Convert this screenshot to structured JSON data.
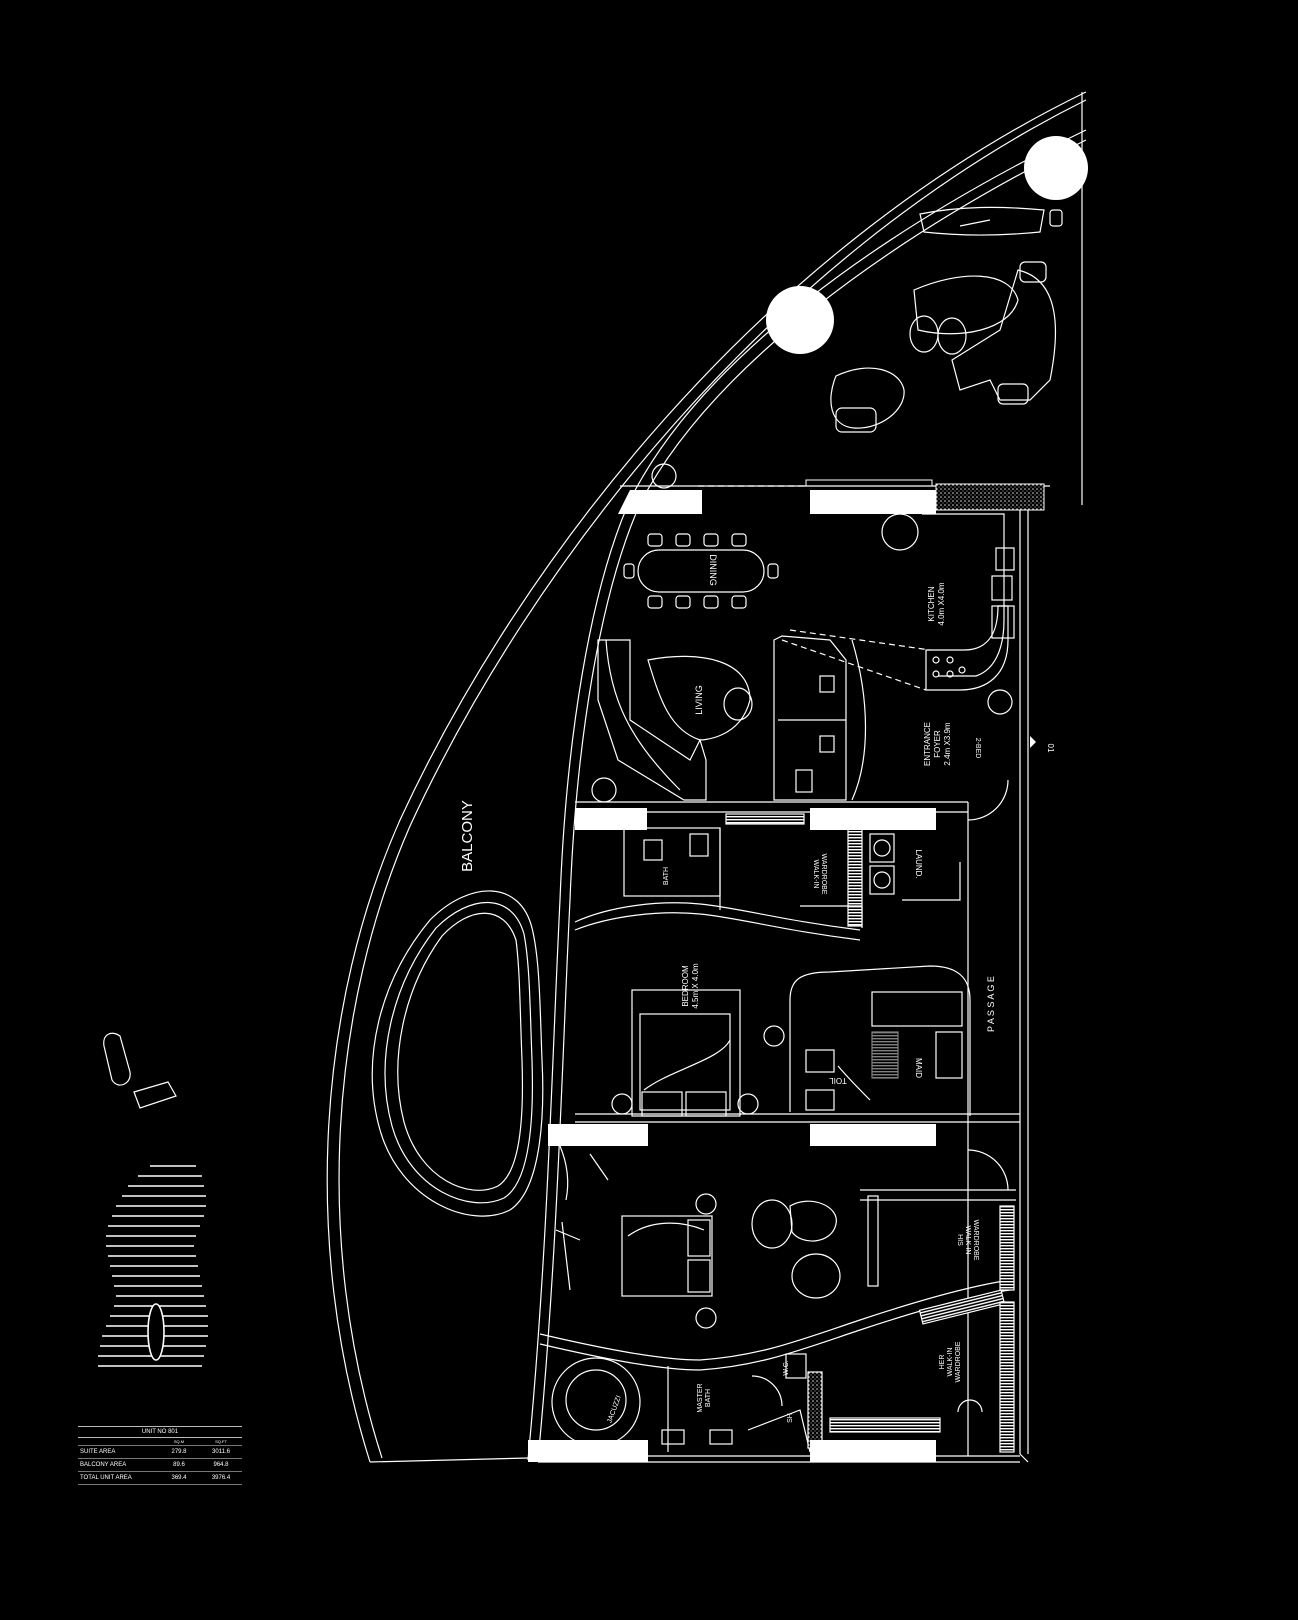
{
  "rooms": {
    "balcony": "BALCONY",
    "dining": "DINING",
    "living": "LIVING",
    "kitchen": "KITCHEN",
    "kitchen_dim": "4.0m X4.0m",
    "entrance": "ENTRANCE",
    "foyer": "FOYER",
    "foyer_dim": "2.4m X3.9m",
    "tag": "2-BED",
    "door_no": "01",
    "bath": "BATH",
    "walkin_wardrobe_1": "WALK-IN",
    "walkin_wardrobe_2": "WARDROBE",
    "laund": "LAUND.",
    "bedroom": "BEDROOM",
    "bedroom_dim": "4.5m X 4.0m",
    "toil": "TOIL",
    "maid": "MAID",
    "passage": "P A S S A G E",
    "his_1": "HIS",
    "his_2": "WALK-IN",
    "his_3": "WARDROBE",
    "her_1": "HER",
    "her_2": "WALK-IN",
    "her_3": "WARDROBE",
    "jacuzzi": "JACUZZI",
    "master_bath_1": "MASTER",
    "master_bath_2": "BATH",
    "wc": "W.C.",
    "sh": "SH"
  },
  "area_table": {
    "title": "UNIT NO 801",
    "unit_sqm": "SQ.M",
    "unit_sqft": "SQ.FT",
    "rows": [
      {
        "label": "SUITE AREA",
        "sqm": "279.8",
        "sqft": "3011.6"
      },
      {
        "label": "BALCONY AREA",
        "sqm": "89.6",
        "sqft": "964.8"
      },
      {
        "label": "TOTAL UNIT AREA",
        "sqm": "369.4",
        "sqft": "3976.4"
      }
    ]
  },
  "colors": {
    "background": "#000000",
    "line": "#ffffff"
  }
}
